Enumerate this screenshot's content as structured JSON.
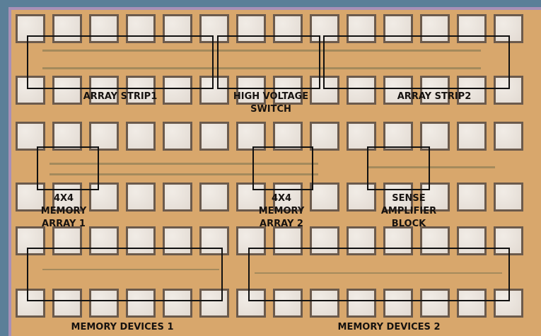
{
  "labels": {
    "array_strip1": "ARRAY STRIP1",
    "high_voltage_switch": [
      "HIGH VOLTAGE",
      "SWITCH"
    ],
    "array_strip2": "ARRAY STRIP2",
    "memory_array_1": [
      "4X4",
      "MEMORY",
      "ARRAY 1"
    ],
    "memory_array_2": [
      "4X4",
      "MEMORY",
      "ARRAY 2"
    ],
    "sense_amplifier": [
      "SENSE",
      "AMPLIFIER",
      "BLOCK"
    ],
    "memory_devices_1": "MEMORY DEVICES 1",
    "memory_devices_2": "MEMORY DEVICES 2"
  },
  "colors": {
    "substrate": "#d8a76c",
    "box": "#111111",
    "pad": "#e8e1da"
  }
}
